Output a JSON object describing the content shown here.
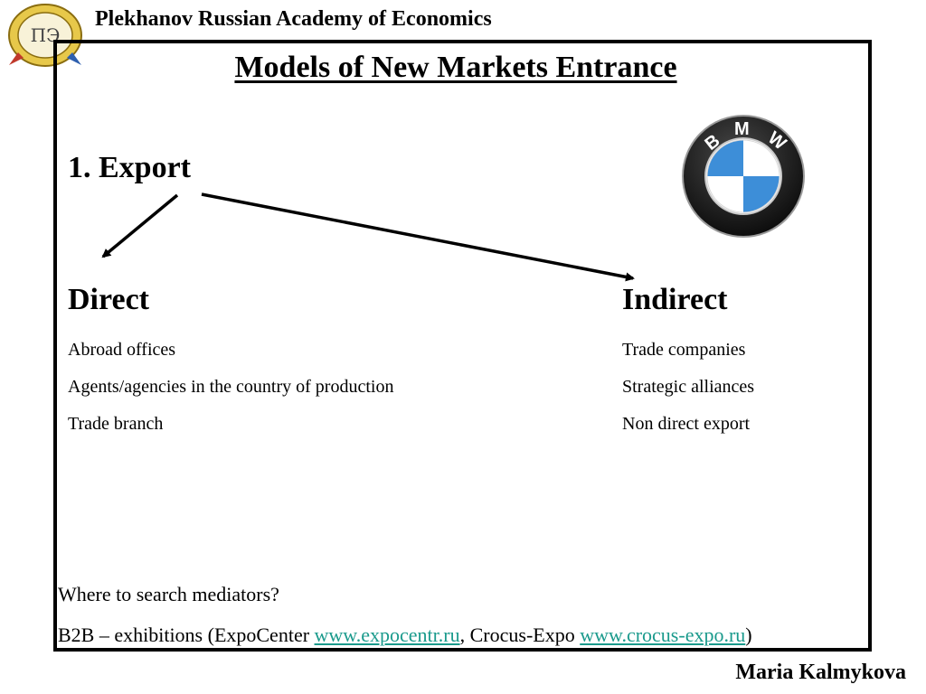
{
  "header": {
    "organization": "Plekhanov Russian Academy of Economics",
    "emblem_icon": "university-emblem-icon"
  },
  "slide": {
    "title": "Models of New Markets Entrance",
    "logo_icon": "bmw-logo-icon",
    "export_heading": "1. Export",
    "direct": {
      "heading": "Direct",
      "items": [
        "Abroad offices",
        "Agents/agencies in the country of production",
        "Trade branch"
      ]
    },
    "indirect": {
      "heading": "Indirect",
      "items": [
        "Trade companies",
        "Strategic alliances",
        "Non direct export"
      ]
    },
    "question": "Where to search mediators?",
    "b2b": {
      "prefix": "B2B – exhibitions (ExpoCenter ",
      "link1": "www.expocentr.ru",
      "middle": ", Crocus-Expo ",
      "link2": "www.crocus-expo.ru",
      "suffix": ")"
    }
  },
  "footer": {
    "author": "Maria Kalmykova"
  },
  "colors": {
    "link": "#1a9a8c",
    "bmw_blue": "#3d8ed8",
    "bmw_ring": "#1a1a1a"
  }
}
